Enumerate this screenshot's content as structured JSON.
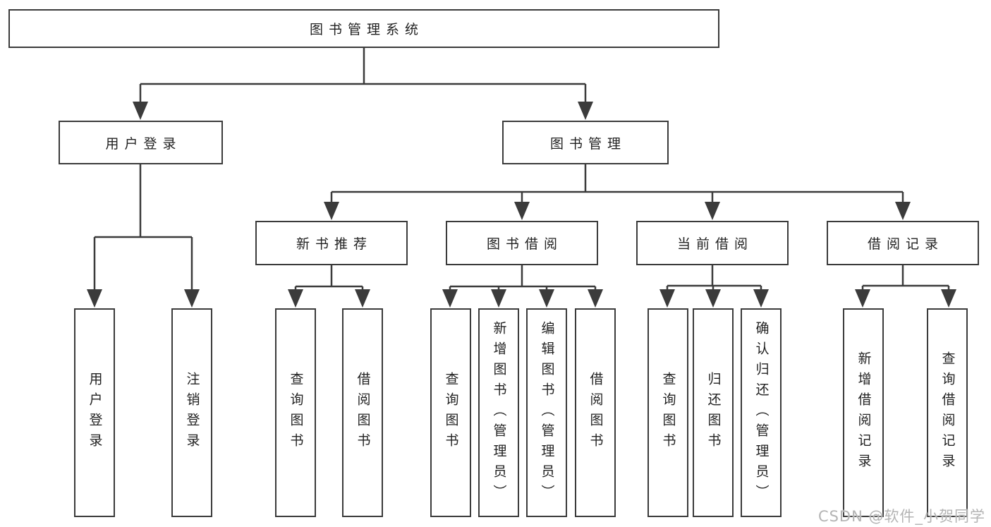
{
  "tree": {
    "root": {
      "label": "图书管理系统"
    },
    "level2": [
      {
        "label": "用户登录"
      },
      {
        "label": "图书管理"
      }
    ],
    "level3": [
      {
        "label": "新书推荐"
      },
      {
        "label": "图书借阅"
      },
      {
        "label": "当前借阅"
      },
      {
        "label": "借阅记录"
      }
    ],
    "leaves": {
      "user_login": [
        {
          "label": "用户登录"
        },
        {
          "label": "注销登录"
        }
      ],
      "new_book_recommend": [
        {
          "label": "查询图书"
        },
        {
          "label": "借阅图书"
        }
      ],
      "book_borrow": [
        {
          "label": "查询图书"
        },
        {
          "label": "新增图书（管理员）"
        },
        {
          "label": "编辑图书（管理员）"
        },
        {
          "label": "借阅图书"
        }
      ],
      "current_borrow": [
        {
          "label": "查询图书"
        },
        {
          "label": "归还图书"
        },
        {
          "label": "确认归还（管理员）"
        }
      ],
      "borrow_record": [
        {
          "label": "新增借阅记录"
        },
        {
          "label": "查询借阅记录"
        }
      ]
    }
  },
  "watermark": {
    "text": "CSDN @软件_小贺同学"
  },
  "colors": {
    "background": "#ffffff",
    "line": "#3b3b3b",
    "box_border": "#3b3b3b",
    "box_fill": "#ffffff",
    "label_text": "#222222",
    "watermark_text": "#b4b4b4"
  }
}
